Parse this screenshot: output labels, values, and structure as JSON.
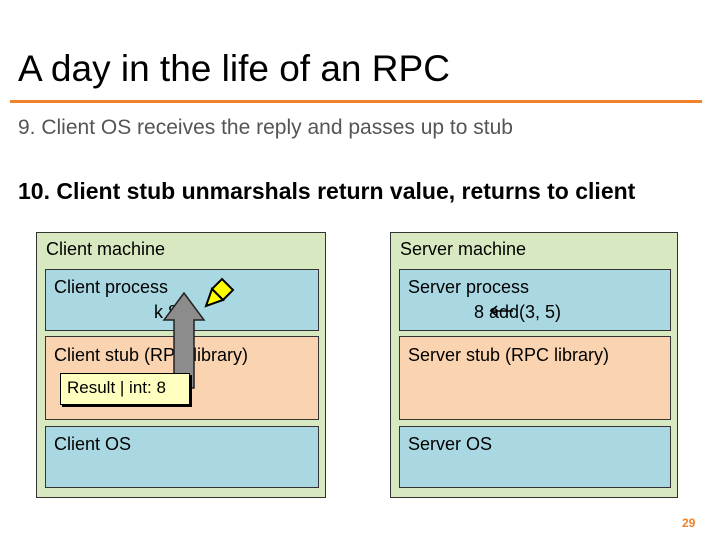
{
  "title": "A day in the life of an RPC",
  "steps": {
    "step9": "9.  Client OS receives the reply and passes up to stub",
    "step10": "10. Client stub unmarshals return value, returns to client"
  },
  "client": {
    "machine_label": "Client machine",
    "process_label": "Client process",
    "process_code": "k  8",
    "stub_label": "Client stub (RPC library)",
    "os_label": "Client OS"
  },
  "server": {
    "machine_label": "Server machine",
    "process_label": "Server process",
    "process_code": "8  add(3, 5)",
    "stub_label": "Server stub (RPC library)",
    "os_label": "Server OS"
  },
  "message": {
    "text": "Result | int: 8"
  },
  "colors": {
    "accent": "#f0832a",
    "machine": "#d8e8c0",
    "process": "#a9d8e2",
    "stub": "#fad4b0",
    "message": "#ffffc0",
    "highlight": "#ffff00"
  },
  "page_number": "29"
}
